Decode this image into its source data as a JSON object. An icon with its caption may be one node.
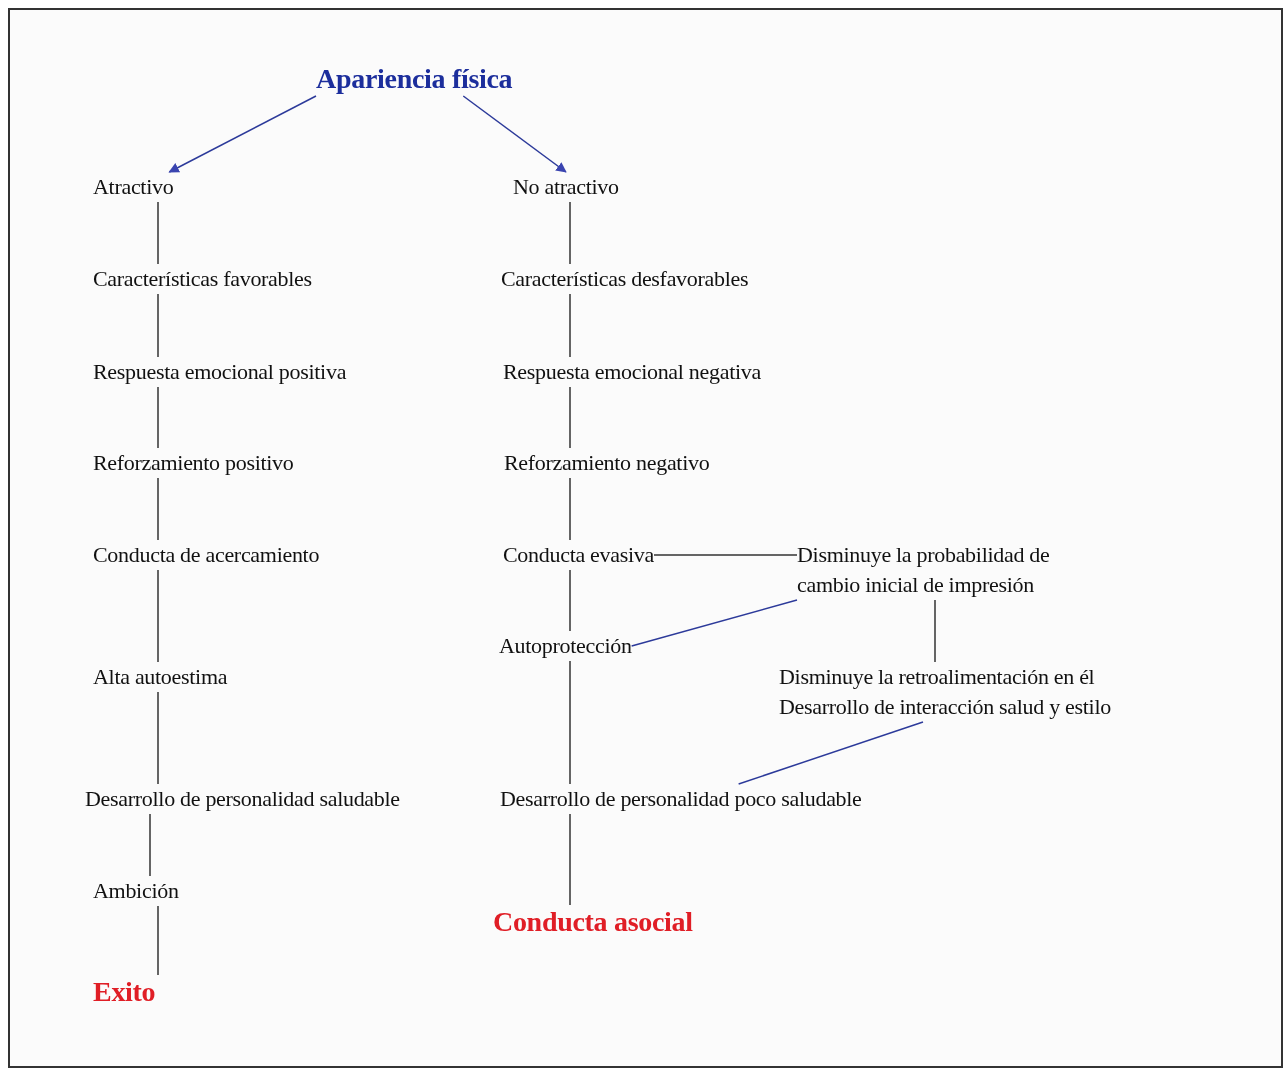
{
  "diagram": {
    "nodes": [
      {
        "text": [
          "Apariencia física"
        ]
      },
      {
        "text": [
          "Atractivo"
        ]
      },
      {
        "text": [
          "No atractivo"
        ]
      },
      {
        "text": [
          "Características favorables"
        ]
      },
      {
        "text": [
          "Características desfavorables"
        ]
      },
      {
        "text": [
          "Respuesta emocional positiva"
        ]
      },
      {
        "text": [
          "Respuesta emocional negativa"
        ]
      },
      {
        "text": [
          "Reforzamiento positivo"
        ]
      },
      {
        "text": [
          "Reforzamiento negativo"
        ]
      },
      {
        "text": [
          "Conducta de acercamiento"
        ]
      },
      {
        "text": [
          "Conducta evasiva"
        ]
      },
      {
        "text": [
          "Disminuye la probabilidad de cambio inicial de impresión"
        ]
      },
      {
        "text": [
          "Autoprotección"
        ]
      },
      {
        "text": [
          "Alta autoestima"
        ]
      },
      {
        "text": [
          "Disminuye la retroalimentación en él Desarrollo de interacción salud y estilo"
        ]
      },
      {
        "text": [
          "Desarrollo de personalidad saludable"
        ]
      },
      {
        "text": [
          "Desarrollo de personalidad poco saludable"
        ]
      },
      {
        "text": [
          "Ambición"
        ]
      },
      {
        "text": [
          "Conducta asocial"
        ]
      },
      {
        "text": [
          "Exito"
        ]
      }
    ],
    "edges": [
      {
        "from": 0,
        "to": 1,
        "arrow": "to",
        "color": "#2c3a9a"
      },
      {
        "from": 0,
        "to": 2,
        "arrow": "to",
        "color": "#2c3a9a"
      },
      {
        "from": 1,
        "to": 3,
        "arrow": "none"
      },
      {
        "from": 3,
        "to": 5,
        "arrow": "none"
      },
      {
        "from": 5,
        "to": 7,
        "arrow": "none"
      },
      {
        "from": 7,
        "to": 9,
        "arrow": "none"
      },
      {
        "from": 9,
        "to": 13,
        "arrow": "none"
      },
      {
        "from": 13,
        "to": 15,
        "arrow": "none"
      },
      {
        "from": 15,
        "to": 17,
        "arrow": "none"
      },
      {
        "from": 17,
        "to": 19,
        "arrow": "none"
      },
      {
        "from": 2,
        "to": 4,
        "arrow": "none"
      },
      {
        "from": 4,
        "to": 6,
        "arrow": "none"
      },
      {
        "from": 6,
        "to": 8,
        "arrow": "none"
      },
      {
        "from": 8,
        "to": 10,
        "arrow": "none"
      },
      {
        "from": 10,
        "to": 12,
        "arrow": "none"
      },
      {
        "from": 12,
        "to": 16,
        "arrow": "none"
      },
      {
        "from": 16,
        "to": 18,
        "arrow": "none"
      },
      {
        "from": 10,
        "to": 11,
        "arrow": "none"
      },
      {
        "from": 11,
        "to": 12,
        "arrow": "none",
        "color": "#2c3a9a"
      },
      {
        "from": 11,
        "to": 14,
        "arrow": "none"
      },
      {
        "from": 14,
        "to": 16,
        "arrow": "none",
        "color": "#2c3a9a"
      }
    ]
  }
}
